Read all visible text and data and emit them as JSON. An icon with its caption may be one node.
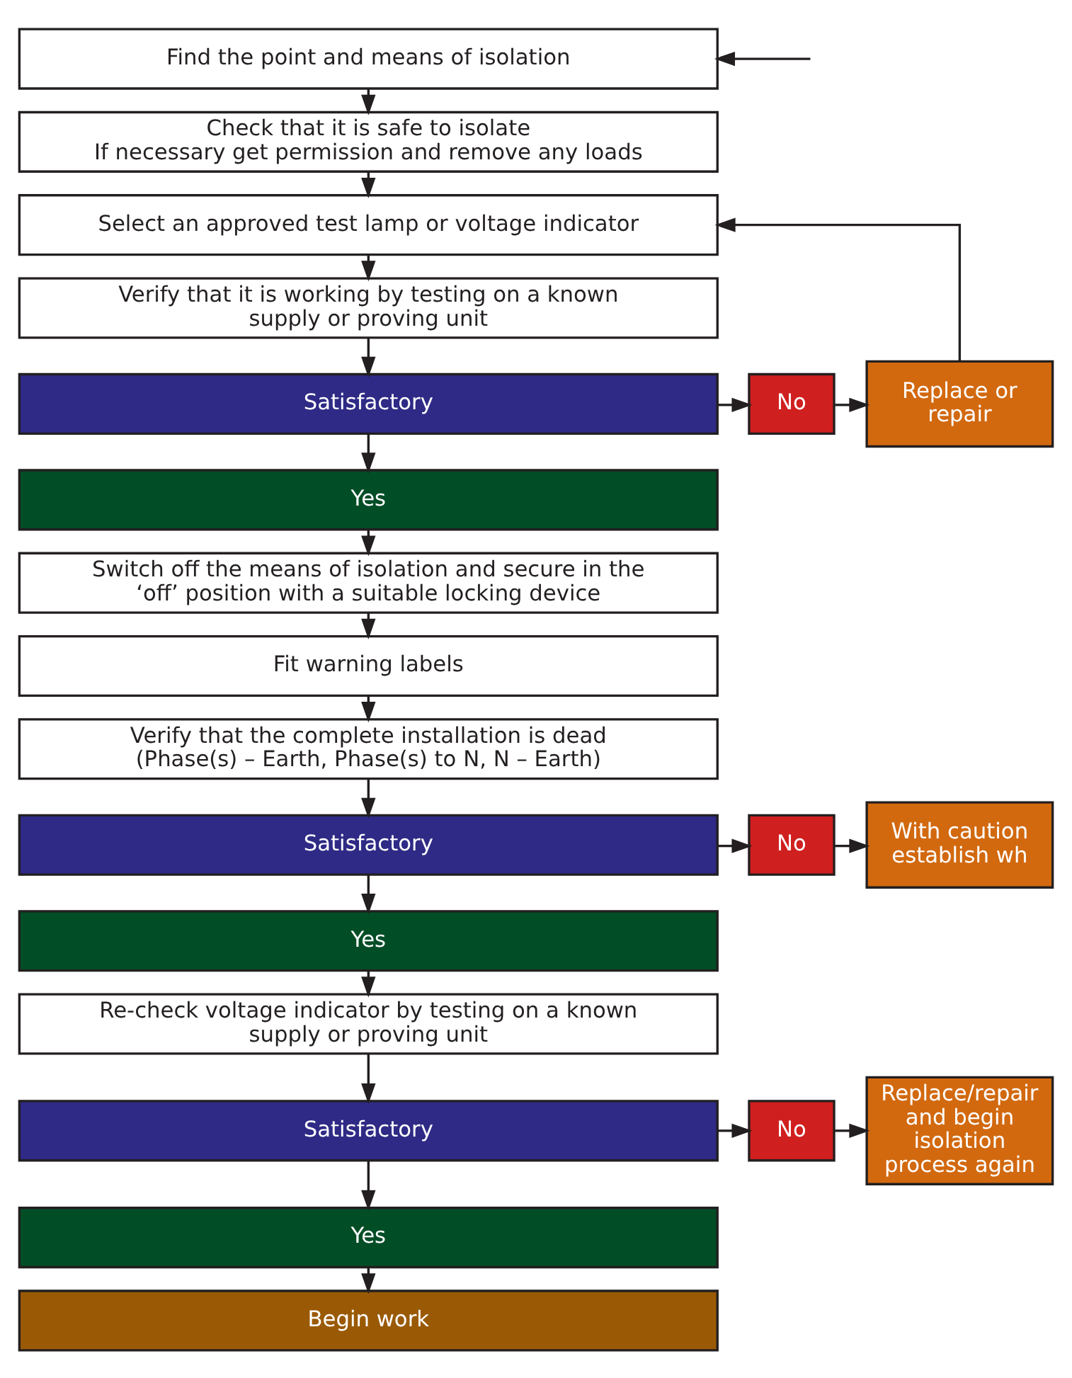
{
  "diagram": {
    "nodes": [
      {
        "text": [
          "Find the point and means of isolation"
        ]
      },
      {
        "text": [
          "Check that it is safe to isolate",
          "If necessary get permission and remove any loads"
        ]
      },
      {
        "text": [
          "Select an approved test lamp or voltage indicator"
        ]
      },
      {
        "text": [
          "Verify that it is working by testing on a known supply or proving unit"
        ]
      },
      {
        "text": [
          "Satisfactory"
        ]
      },
      {
        "text": [
          "No"
        ]
      },
      {
        "text": [
          "Replace or repair"
        ]
      },
      {
        "text": [
          "Yes"
        ]
      },
      {
        "text": [
          "Switch off the means of isolation and secure in the ‘off’ position with a suitable locking device"
        ]
      },
      {
        "text": [
          "Fit warning labels"
        ]
      },
      {
        "text": [
          "Verify that the complete installation is dead (Phase(s) – Earth, Phase(s) to N, N – Earth)"
        ]
      },
      {
        "text": [
          "Satisfactory"
        ]
      },
      {
        "text": [
          "No"
        ]
      },
      {
        "text": [
          "With caution establish wh"
        ]
      },
      {
        "text": [
          "Yes"
        ]
      },
      {
        "text": [
          "Re-check voltage indicator by testing on a known supply or proving unit"
        ]
      },
      {
        "text": [
          "Satisfactory"
        ]
      },
      {
        "text": [
          "No"
        ]
      },
      {
        "text": [
          "Replace/repair and begin isolation process again"
        ]
      },
      {
        "text": [
          "Yes"
        ]
      },
      {
        "text": [
          "Begin work"
        ]
      }
    ],
    "edges": [
      {
        "from": null,
        "to": 0,
        "arrow": "to"
      },
      {
        "from": 0,
        "to": 1,
        "arrow": "to"
      },
      {
        "from": 1,
        "to": 2,
        "arrow": "to"
      },
      {
        "from": 2,
        "to": 3,
        "arrow": "to"
      },
      {
        "from": 3,
        "to": 4,
        "arrow": "to"
      },
      {
        "from": 4,
        "to": 5,
        "arrow": "to"
      },
      {
        "from": 5,
        "to": 6,
        "arrow": "to"
      },
      {
        "from": 6,
        "to": 2,
        "arrow": "to"
      },
      {
        "from": 4,
        "to": 7,
        "arrow": "to"
      },
      {
        "from": 7,
        "to": 8,
        "arrow": "to"
      },
      {
        "from": 8,
        "to": 9,
        "arrow": "to"
      },
      {
        "from": 9,
        "to": 10,
        "arrow": "to"
      },
      {
        "from": 10,
        "to": 11,
        "arrow": "to"
      },
      {
        "from": 11,
        "to": 12,
        "arrow": "to"
      },
      {
        "from": 12,
        "to": 13,
        "arrow": "to"
      },
      {
        "from": 11,
        "to": 14,
        "arrow": "to"
      },
      {
        "from": 14,
        "to": 15,
        "arrow": "to"
      },
      {
        "from": 15,
        "to": 16,
        "arrow": "to"
      },
      {
        "from": 16,
        "to": 17,
        "arrow": "to"
      },
      {
        "from": 17,
        "to": 18,
        "arrow": "to"
      },
      {
        "from": 16,
        "to": 19,
        "arrow": "to"
      },
      {
        "from": 19,
        "to": 20,
        "arrow": "to"
      }
    ]
  }
}
